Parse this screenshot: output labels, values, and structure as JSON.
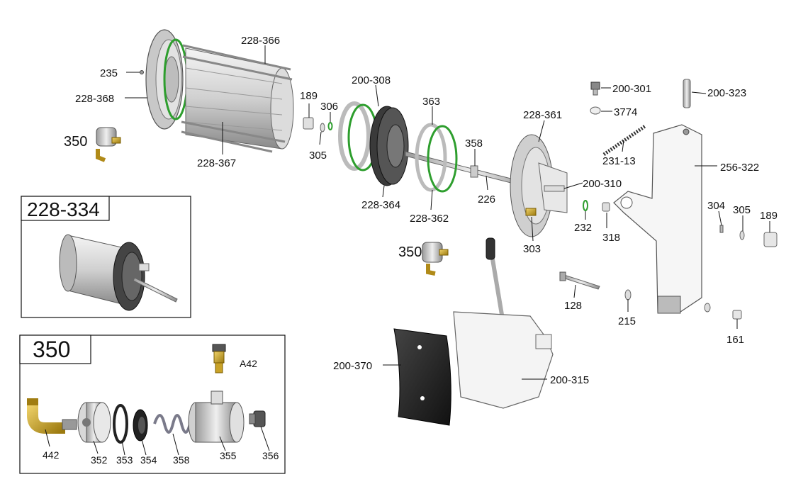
{
  "labels": {
    "p235": "235",
    "p228_368": "228-368",
    "p228_366": "228-366",
    "p228_367": "228-367",
    "p350a": "350",
    "p189a": "189",
    "p306": "306",
    "p305a": "305",
    "p200_308": "200-308",
    "p228_364": "228-364",
    "p363": "363",
    "p228_362": "228-362",
    "p358a": "358",
    "p226": "226",
    "p228_361": "228-361",
    "p200_310": "200-310",
    "p303": "303",
    "p232": "232",
    "p318": "318",
    "p200_301": "200-301",
    "p3774": "3774",
    "p200_323": "200-323",
    "p231_13": "231-13",
    "p256_322": "256-322",
    "p304": "304",
    "p305b": "305",
    "p189b": "189",
    "p350b": "350",
    "p128": "128",
    "p215": "215",
    "p161": "161",
    "p200_370": "200-370",
    "p200_315": "200-315"
  },
  "inset_assembly": {
    "title": "228-334"
  },
  "inset_350": {
    "title": "350",
    "parts": {
      "a42": "A42",
      "p442": "442",
      "p352": "352",
      "p353": "353",
      "p354": "354",
      "p358": "358",
      "p355": "355",
      "p356": "356"
    }
  },
  "colors": {
    "seal_green": "#2e9e2e",
    "brass": "#c9a227",
    "metal_light": "#e6e6e6",
    "metal_mid": "#b5b5b5",
    "metal_dark": "#6e6e6e",
    "pad_black": "#222222"
  }
}
